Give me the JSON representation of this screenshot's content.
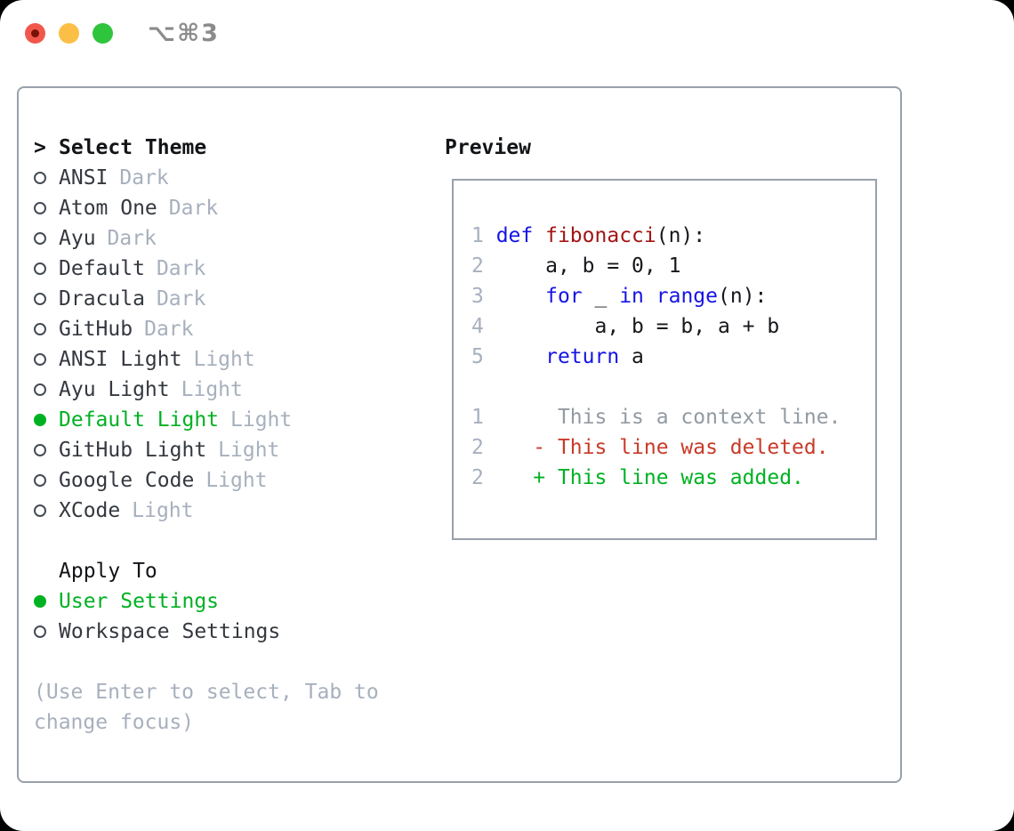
{
  "window": {
    "shortcut": "⌥⌘3",
    "traffic_lights": [
      {
        "name": "close-button",
        "color": "#f2574c"
      },
      {
        "name": "minimize-button",
        "color": "#fcbf46"
      },
      {
        "name": "zoom-button",
        "color": "#2ec53d"
      }
    ]
  },
  "sidebar": {
    "header": {
      "caret": ">",
      "title": "Select Theme"
    },
    "themes": [
      {
        "name": "ANSI",
        "tag": "Dark",
        "selected": false
      },
      {
        "name": "Atom One",
        "tag": "Dark",
        "selected": false
      },
      {
        "name": "Ayu",
        "tag": "Dark",
        "selected": false
      },
      {
        "name": "Default",
        "tag": "Dark",
        "selected": false
      },
      {
        "name": "Dracula",
        "tag": "Dark",
        "selected": false
      },
      {
        "name": "GitHub",
        "tag": "Dark",
        "selected": false
      },
      {
        "name": "ANSI Light",
        "tag": "Light",
        "selected": false
      },
      {
        "name": "Ayu Light",
        "tag": "Light",
        "selected": false
      },
      {
        "name": "Default Light",
        "tag": "Light",
        "selected": true
      },
      {
        "name": "GitHub Light",
        "tag": "Light",
        "selected": false
      },
      {
        "name": "Google Code",
        "tag": "Light",
        "selected": false
      },
      {
        "name": "XCode",
        "tag": "Light",
        "selected": false
      }
    ],
    "apply_to": {
      "title": "Apply To",
      "options": [
        {
          "name": "User Settings",
          "selected": true
        },
        {
          "name": "Workspace Settings",
          "selected": false
        }
      ]
    },
    "help_lines": [
      "(Use Enter to select, Tab to",
      "change focus)"
    ]
  },
  "preview": {
    "title": "Preview",
    "lines": [
      {
        "n": "1",
        "tokens": [
          {
            "t": "def",
            "c": "kw"
          },
          {
            "t": " ",
            "c": "pl"
          },
          {
            "t": "fibonacci",
            "c": "fn"
          },
          {
            "t": "(n):",
            "c": "pl"
          }
        ]
      },
      {
        "n": "2",
        "tokens": [
          {
            "t": "    a, b = 0, 1",
            "c": "pl"
          }
        ]
      },
      {
        "n": "3",
        "tokens": [
          {
            "t": "    ",
            "c": "pl"
          },
          {
            "t": "for",
            "c": "kw"
          },
          {
            "t": " _ ",
            "c": "pl"
          },
          {
            "t": "in",
            "c": "kw"
          },
          {
            "t": " ",
            "c": "pl"
          },
          {
            "t": "range",
            "c": "kw"
          },
          {
            "t": "(n):",
            "c": "pl"
          }
        ]
      },
      {
        "n": "4",
        "tokens": [
          {
            "t": "        a, b = b, a + b",
            "c": "pl"
          }
        ]
      },
      {
        "n": "5",
        "tokens": [
          {
            "t": "    ",
            "c": "pl"
          },
          {
            "t": "return",
            "c": "kw"
          },
          {
            "t": " a",
            "c": "pl"
          }
        ]
      },
      {
        "n": "",
        "tokens": []
      },
      {
        "n": "1",
        "tokens": [
          {
            "t": "     This is a context line.",
            "c": "ctx"
          }
        ]
      },
      {
        "n": "2",
        "tokens": [
          {
            "t": "   - This line was deleted.",
            "c": "del"
          }
        ]
      },
      {
        "n": "2",
        "tokens": [
          {
            "t": "   + This line was added.",
            "c": "add"
          }
        ]
      }
    ]
  },
  "colors": {
    "selected_green": "#00b122",
    "added_green": "#00b122",
    "deleted_red": "#c93a28",
    "keyword_blue": "#1414e6",
    "function_red": "#a31515",
    "tag_gray": "#a7b0bd",
    "line_number_gray": "#a7b0bf",
    "context_gray": "#939aa2",
    "text_dark": "#34383f",
    "heading_dark": "#121418",
    "panel_border_gray": "#98a0aa",
    "traffic_red": "#f2574c",
    "traffic_red_dot": "#771206",
    "traffic_yellow": "#fcbf46",
    "traffic_green": "#2ec53d",
    "shortcut_gray": "#8b8b8b"
  }
}
